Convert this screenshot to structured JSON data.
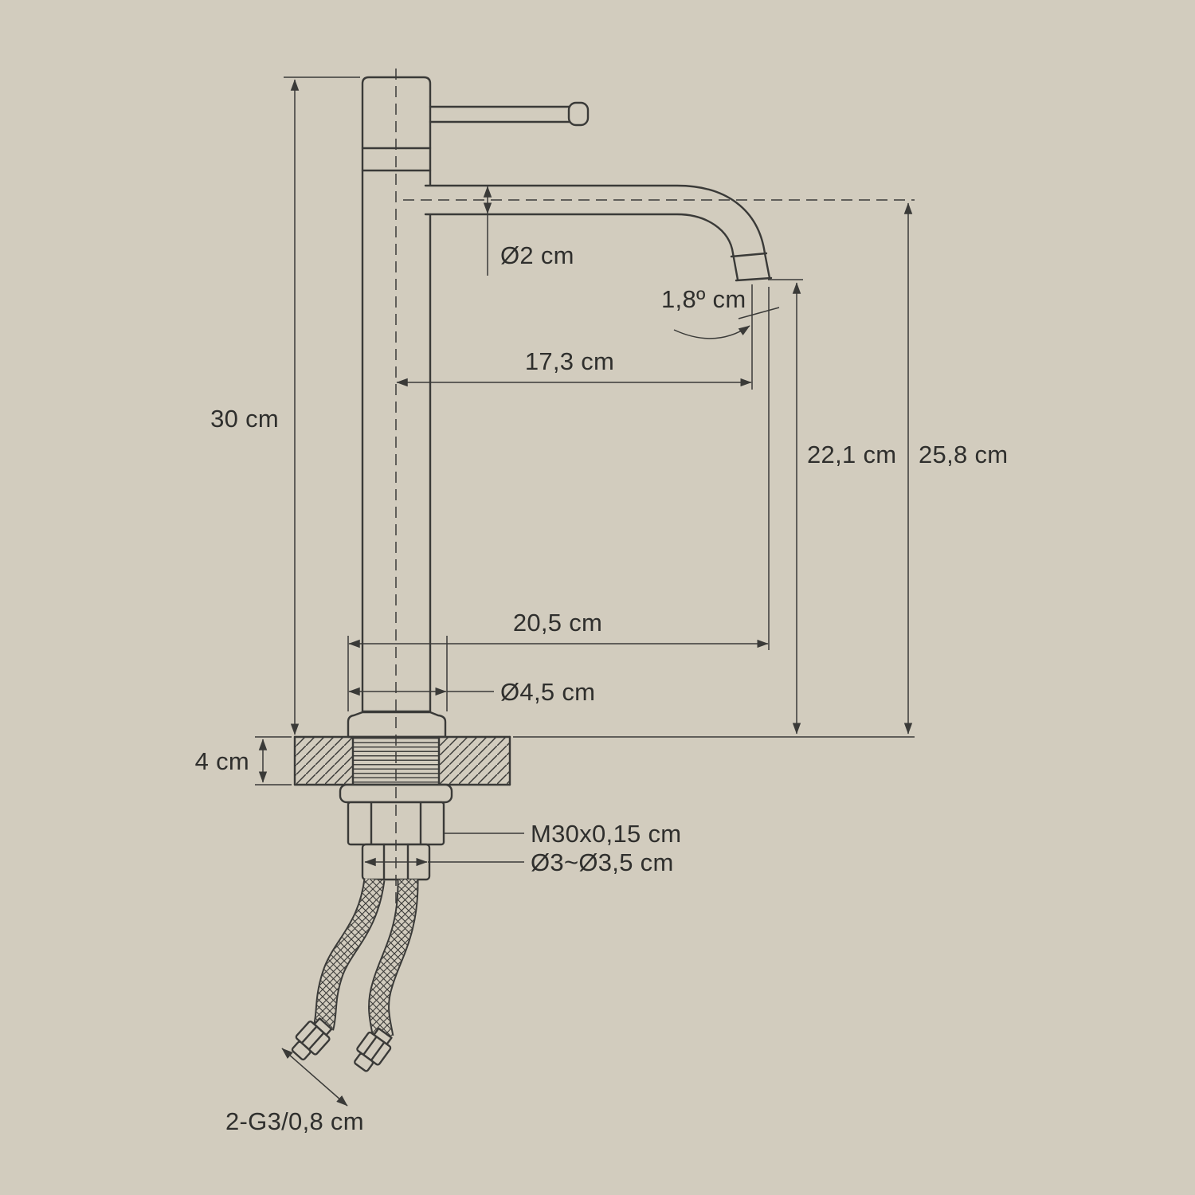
{
  "colors": {
    "bg": "#d2ccbe",
    "line": "#3a3a38",
    "text": "#2f2f2d"
  },
  "labels": {
    "overall_height": "30 cm",
    "spout_tube_diameter": "Ø2 cm",
    "spout_angle": "1,8º cm",
    "spout_reach_center": "17,3 cm",
    "outlet_clearance": "22,1 cm",
    "spout_centerline_height": "25,8 cm",
    "overall_reach": "20,5 cm",
    "base_diameter": "Ø4,5 cm",
    "deck_thickness": "4 cm",
    "thread_size": "M30x0,15 cm",
    "hole_diameter": "Ø3~Ø3,5 cm",
    "hose_connection": "2-G3/0,8 cm"
  }
}
